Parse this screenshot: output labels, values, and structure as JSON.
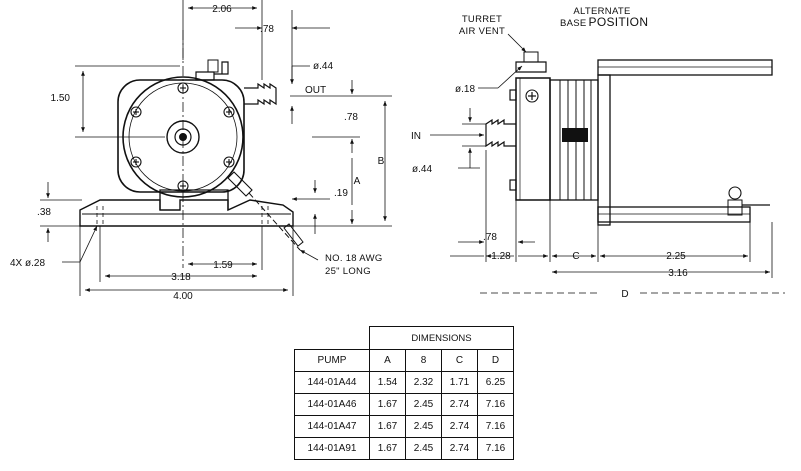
{
  "front_view": {
    "dim_width_top": "2.06",
    "dim_outlet_offset": ".78",
    "dim_outlet_dia": "ø.44",
    "label_out": "OUT",
    "dim_height_left": "1.50",
    "dim_center_to_outlet": ".78",
    "dim_a": "A",
    "dim_b": "B",
    "dim_base_thickness": ".38",
    "dim_wire_offset": ".19",
    "dim_holes": "4X ø.28",
    "dim_center_x": "1.59",
    "dim_hole_spacing": "3.18",
    "dim_base_width": "4.00",
    "wire_note_line1": "NO. 18 AWG",
    "wire_note_line2": "25\" LONG"
  },
  "side_view": {
    "label_turret_line1": "TURRET",
    "label_turret_line2": "AIR VENT",
    "label_alt_line1": "ALTERNATE",
    "label_alt_prefix": "BASE",
    "label_alt_suffix": "POSITION",
    "dim_vent_dia": "ø.18",
    "label_in": "IN",
    "dim_inlet_dia": "ø.44",
    "dim_inlet_offset": ".78",
    "dim_depth": "1.28",
    "dim_c": "C",
    "dim_base_depth": "2.25",
    "dim_overall_base": "3.16",
    "dim_d": "D"
  },
  "dimensions_table": {
    "title": "DIMENSIONS",
    "headers": [
      "PUMP",
      "A",
      "8",
      "C",
      "D"
    ],
    "rows": [
      [
        "144-01A44",
        "1.54",
        "2.32",
        "1.71",
        "6.25"
      ],
      [
        "144-01A46",
        "1.67",
        "2.45",
        "2.74",
        "7.16"
      ],
      [
        "144-01A47",
        "1.67",
        "2.45",
        "2.74",
        "7.16"
      ],
      [
        "144-01A91",
        "1.67",
        "2.45",
        "2.74",
        "7.16"
      ]
    ]
  }
}
